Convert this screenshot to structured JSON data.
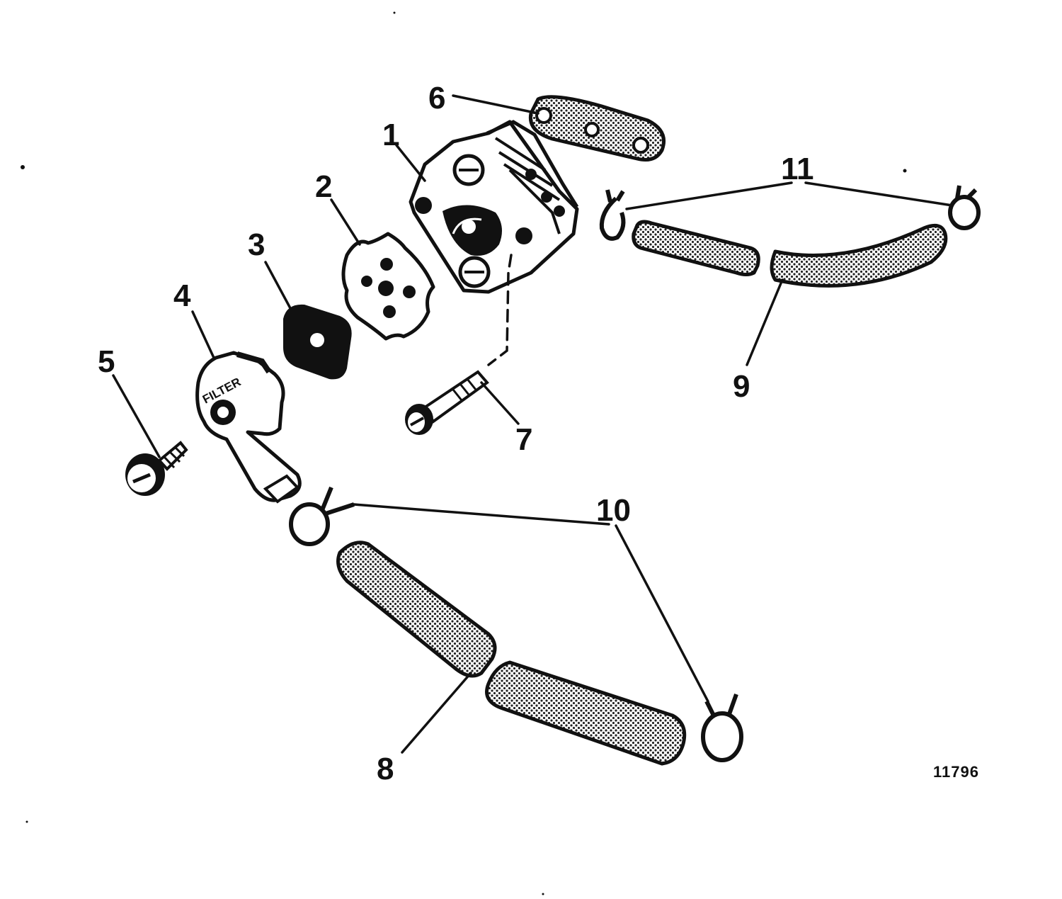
{
  "figure_number": "11796",
  "callouts": [
    {
      "id": "1",
      "label": "1"
    },
    {
      "id": "2",
      "label": "2"
    },
    {
      "id": "3",
      "label": "3"
    },
    {
      "id": "4",
      "label": "4"
    },
    {
      "id": "5",
      "label": "5"
    },
    {
      "id": "6",
      "label": "6"
    },
    {
      "id": "7",
      "label": "7"
    },
    {
      "id": "8",
      "label": "8"
    },
    {
      "id": "9",
      "label": "9"
    },
    {
      "id": "10",
      "label": "10"
    },
    {
      "id": "11",
      "label": "11"
    }
  ],
  "parts": {
    "filter_cover_text": "FILTER"
  },
  "colors": {
    "ink": "#111111",
    "paper": "#ffffff"
  }
}
